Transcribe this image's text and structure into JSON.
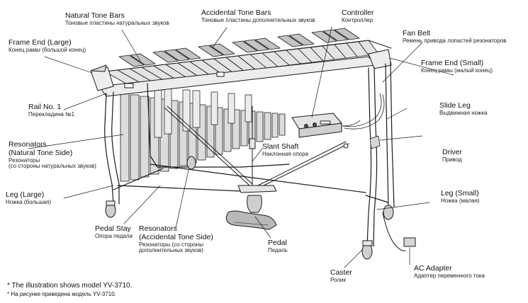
{
  "colors": {
    "ink": "#1a1a1a",
    "bar_light": "#e4e4e4",
    "bar_dark": "#c4c4c4",
    "frame": "#ededed",
    "resonator": "#dcdcdc"
  },
  "labels": {
    "natural_tone_bars": {
      "en": "Natural Tone Bars",
      "ru": "Тоновые пластины натуральных звуков"
    },
    "accidental_tone_bars": {
      "en": "Accidental Tone Bars",
      "ru": "Тоновые пластины дополнительных звуков"
    },
    "controller": {
      "en": "Controller",
      "ru": "Контроллер"
    },
    "fan_belt": {
      "en": "Fan Belt",
      "ru": "Ремень привода лопастей резонаторов"
    },
    "frame_end_large": {
      "en": "Frame End (Large)",
      "ru": "Конец рамы (большой конец)"
    },
    "frame_end_small": {
      "en": "Frame End (Small)",
      "ru": "Конец рамы (малый конец)"
    },
    "rail_no1": {
      "en": "Rail No. 1",
      "ru": "Перекладина №1"
    },
    "slide_leg": {
      "en": "Slide Leg",
      "ru": "Выдвижная ножка"
    },
    "resonators_natural": {
      "en1": "Resonators",
      "en2": "(Natural Tone Side)",
      "ru1": "Резонаторы",
      "ru2": "(со стороны натуральных звуков)"
    },
    "slant_shaft": {
      "en": "Slant Shaft",
      "ru": "Наклонная опора"
    },
    "driver": {
      "en": "Driver",
      "ru": "Привод"
    },
    "leg_large": {
      "en": "Leg (Large)",
      "ru": "Ножка (большая)"
    },
    "leg_small": {
      "en": "Leg (Small)",
      "ru": "Ножка (малая)"
    },
    "pedal_stay": {
      "en": "Pedal Stay",
      "ru": "Опора педали"
    },
    "resonators_accidental": {
      "en1": "Resonators",
      "en2": "(Accidental Tone Side)",
      "ru1": "Резонаторы (со стороны",
      "ru2": "дополнительных звуков)"
    },
    "pedal": {
      "en": "Pedal",
      "ru": "Педаль"
    },
    "ac_adapter": {
      "en": "AC Adapter",
      "ru": "Адаптер переменного тока"
    },
    "caster": {
      "en": "Caster",
      "ru": "Ролик"
    }
  },
  "footnote": {
    "en": "* The illustration shows model YV-3710.",
    "ru": "* На рисунке приведена модель YV-3710."
  }
}
